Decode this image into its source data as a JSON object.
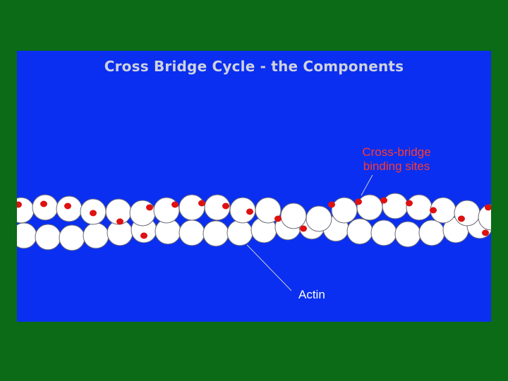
{
  "slide": {
    "title": "Cross Bridge Cycle - the Components",
    "labels": {
      "binding_sites_line1": "Cross-bridge",
      "binding_sites_line2": "binding sites",
      "actin": "Actin"
    }
  },
  "colors": {
    "background": "#0b6b16",
    "panel": "#0a2ff0",
    "title_text": "#cfd2de",
    "actin_bead": "#ffffff",
    "binding_site": "#dd1111",
    "binding_label": "#ff3a2e",
    "actin_label": "#ffffff"
  }
}
